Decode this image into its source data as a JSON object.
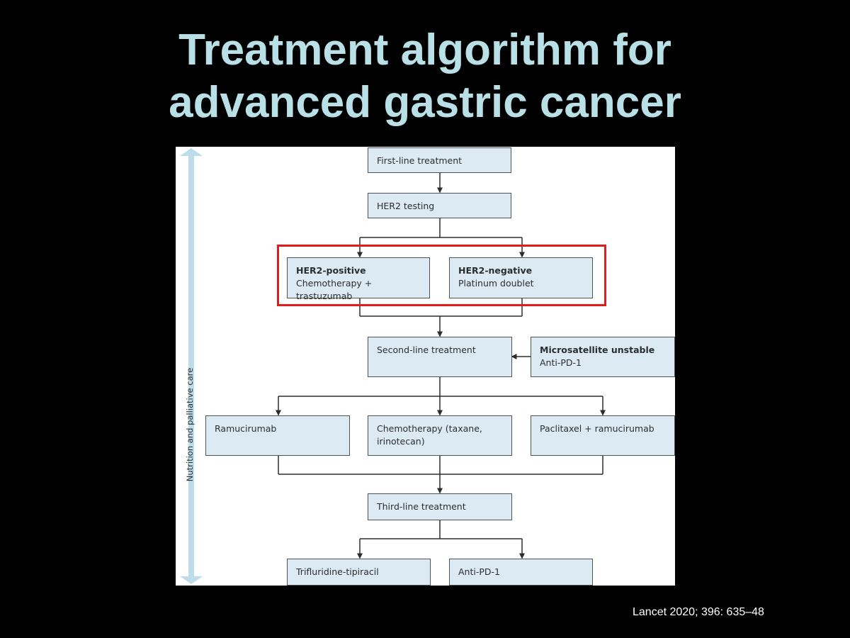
{
  "title": {
    "line1": "Treatment algorithm for",
    "line2": "advanced gastric cancer"
  },
  "side_bar_label": "Nutrition and palliative care",
  "boxes": {
    "first_line": "First-line treatment",
    "her2_testing": "HER2 testing",
    "her2_positive": {
      "heading": "HER2-positive",
      "text": "Chemotherapy + trastuzumab"
    },
    "her2_negative": {
      "heading": "HER2-negative",
      "text": "Platinum doublet"
    },
    "second_line": "Second-line treatment",
    "msi": {
      "heading": "Microsatellite unstable",
      "text": "Anti-PD-1"
    },
    "ramucirumab": "Ramucirumab",
    "chemotherapy": {
      "line1": "Chemotherapy (taxane,",
      "line2": "irinotecan)"
    },
    "paclitaxel": "Paclitaxel + ramucirumab",
    "third_line": "Third-line treatment",
    "trifluridine": "Trifluridine-tipiracil",
    "anti_pd1": "Anti-PD-1"
  },
  "citation": "Lancet 2020; 396: 635–48",
  "colors": {
    "title": "#b9e0e6",
    "box_fill": "#dcebf3",
    "highlight": "#e41b1b",
    "side_arrow": "#bcdde9"
  }
}
